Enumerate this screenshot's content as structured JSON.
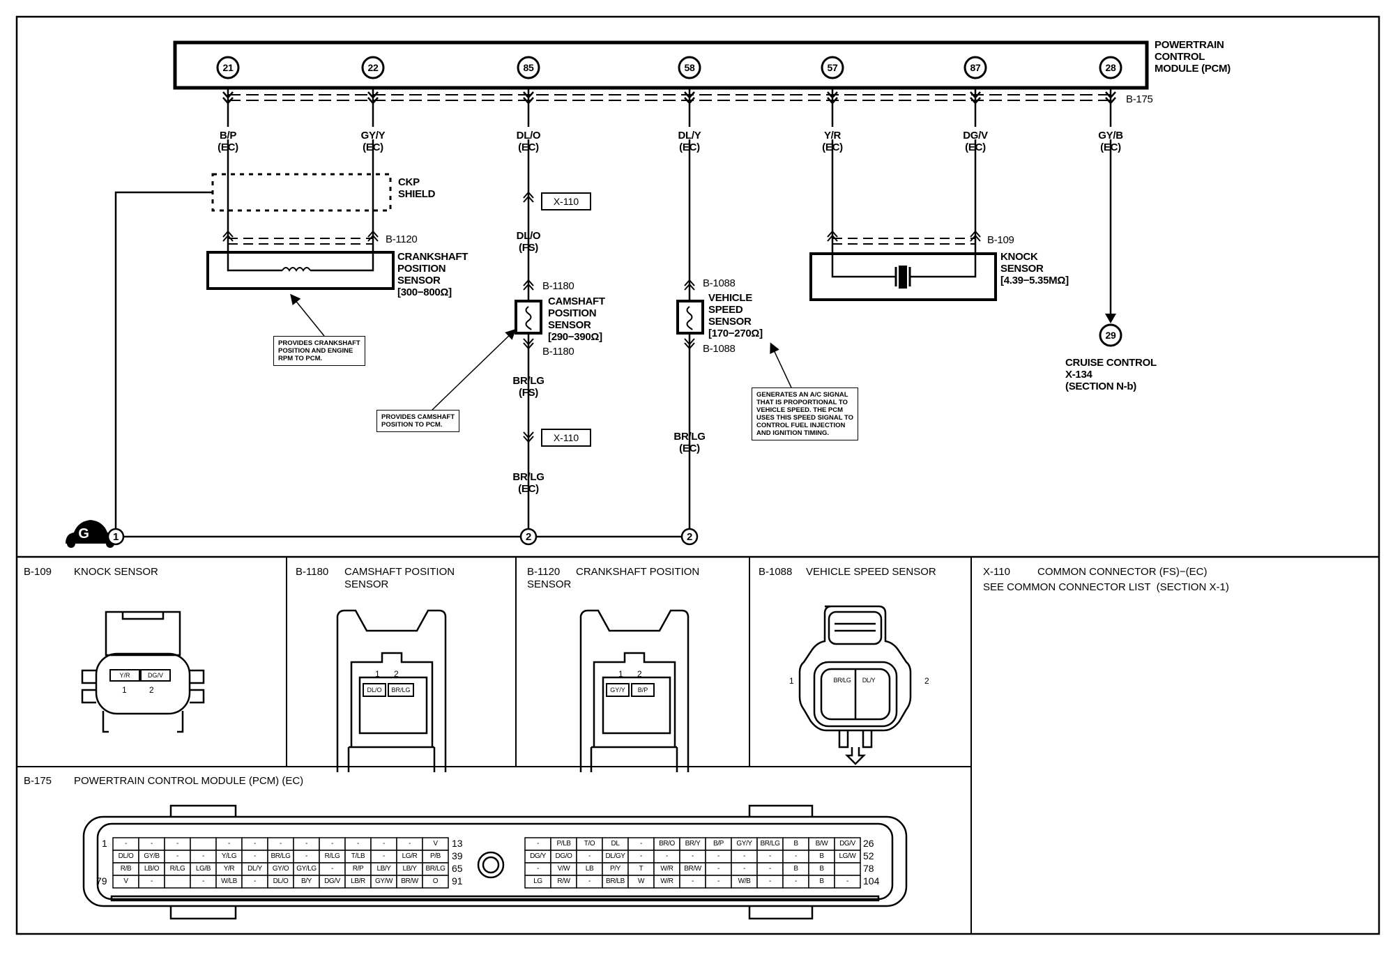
{
  "module": {
    "title": "POWERTRAIN\nCONTROL\nMODULE (PCM)",
    "connector": "B-175",
    "pins": [
      {
        "pin": "21",
        "wire": "B/P\n(EC)"
      },
      {
        "pin": "22",
        "wire": "GY/Y\n(EC)"
      },
      {
        "pin": "85",
        "wire": "DL/O\n(EC)"
      },
      {
        "pin": "58",
        "wire": "DL/Y\n(EC)"
      },
      {
        "pin": "57",
        "wire": "Y/R\n(EC)"
      },
      {
        "pin": "87",
        "wire": "DG/V\n(EC)"
      },
      {
        "pin": "28",
        "wire": "GY/B\n(EC)"
      }
    ]
  },
  "ckp": {
    "shield_label": "CKP\nSHIELD",
    "connector": "B-1120",
    "label": "CRANKSHAFT\nPOSITION\nSENSOR\n[300−800Ω]",
    "note": "PROVIDES CRANKSHAFT\nPOSITION AND ENGINE\nRPM TO PCM."
  },
  "cmp": {
    "x110_top": "X-110",
    "wire_fs_top": "DL/O\n(FS)",
    "connector_top": "B-1180",
    "label": "CAMSHAFT\nPOSITION\nSENSOR\n[290−390Ω]",
    "connector_bottom": "B-1180",
    "wire_fs_bottom": "BR/LG\n(FS)",
    "x110_bottom": "X-110",
    "wire_ec_bottom": "BR/LG\n(EC)",
    "note": "PROVIDES CAMSHAFT\nPOSITION TO PCM."
  },
  "vss": {
    "connector_top": "B-1088",
    "label": "VEHICLE\nSPEED\nSENSOR\n[170−270Ω]",
    "connector_bottom": "B-1088",
    "wire_bottom": "BR/LG\n(EC)",
    "note": "GENERATES AN A/C SIGNAL\nTHAT IS PROPORTIONAL TO\nVEHICLE SPEED. THE PCM\nUSES THIS SPEED SIGNAL TO\nCONTROL FUEL INJECTION\nAND IGNITION TIMING."
  },
  "knock": {
    "connector": "B-109",
    "label": "KNOCK\nSENSOR\n[4.39−5.35MΩ]"
  },
  "cruise": {
    "pin": "29",
    "label": "CRUISE CONTROL\nX-134\n(SECTION N-b)"
  },
  "ground": {
    "symbol": "G",
    "node1": "1",
    "node2a": "2",
    "node2b": "2"
  },
  "panels": {
    "b109": {
      "id": "B-109",
      "title": "KNOCK SENSOR",
      "pin1_wire": "Y/R",
      "pin2_wire": "DG/V",
      "pin1": "1",
      "pin2": "2"
    },
    "b1180": {
      "id": "B-1180",
      "title": "CAMSHAFT POSITION\nSENSOR",
      "pin1_wire": "DL/O",
      "pin2_wire": "BR/LG",
      "pin1": "1",
      "pin2": "2"
    },
    "b1120": {
      "id": "B-1120",
      "title": "CRANKSHAFT POSITION\nSENSOR",
      "pin1_wire": "GY/Y",
      "pin2_wire": "B/P",
      "pin1": "1",
      "pin2": "2"
    },
    "b1088": {
      "id": "B-1088",
      "title": "VEHICLE SPEED SENSOR",
      "pin1_wire": "BR/LG",
      "pin2_wire": "DL/Y",
      "pin1": "1",
      "pin2": "2"
    },
    "x110": {
      "id": "X-110",
      "title": "COMMON CONNECTOR (FS)−(EC)",
      "subtitle": "SEE COMMON CONNECTOR LIST  (SECTION X-1)"
    },
    "b175": {
      "id": "B-175",
      "title": "POWERTRAIN CONTROL MODULE (PCM) (EC)",
      "left_row_start": [
        "1",
        "",
        "",
        "79"
      ],
      "left_row_end": [
        "13",
        "39",
        "65",
        "91"
      ],
      "right_row_end": [
        "26",
        "52",
        "78",
        "104"
      ],
      "left_grid": [
        [
          "-",
          "-",
          "-",
          "",
          "-",
          "-",
          "-",
          "-",
          "-",
          "-",
          "-",
          "-",
          "V"
        ],
        [
          "DL/O",
          "GY/B",
          "-",
          "-",
          "Y/LG",
          "-",
          "BR/LG",
          "-",
          "R/LG",
          "T/LB",
          "-",
          "LG/R",
          "P/B"
        ],
        [
          "R/B",
          "LB/O",
          "R/LG",
          "LG/B",
          "Y/R",
          "DL/Y",
          "GY/O",
          "GY/LG",
          "-",
          "R/P",
          "LB/Y",
          "LB/Y",
          "BR/LG"
        ],
        [
          "V",
          "-",
          "",
          "-",
          "W/LB",
          "-",
          "DL/O",
          "B/Y",
          "DG/V",
          "LB/R",
          "GY/W",
          "BR/W",
          "O"
        ]
      ],
      "right_grid": [
        [
          "-",
          "P/LB",
          "T/O",
          "DL",
          "-",
          "BR/O",
          "BR/Y",
          "B/P",
          "GY/Y",
          "BR/LG",
          "B",
          "B/W",
          "DG/V"
        ],
        [
          "DG/Y",
          "DG/O",
          "-",
          "DL/GY",
          "-",
          "-",
          "-",
          "-",
          "-",
          "-",
          "-",
          "B",
          "LG/W"
        ],
        [
          "-",
          "V/W",
          "LB",
          "P/Y",
          "T",
          "W/R",
          "BR/W",
          "-",
          "-",
          "-",
          "B",
          "B",
          ""
        ],
        [
          "LG",
          "R/W",
          "-",
          "BR/LB",
          "W",
          "W/R",
          "-",
          "-",
          "W/B",
          "-",
          "-",
          "B",
          "-"
        ]
      ]
    }
  }
}
